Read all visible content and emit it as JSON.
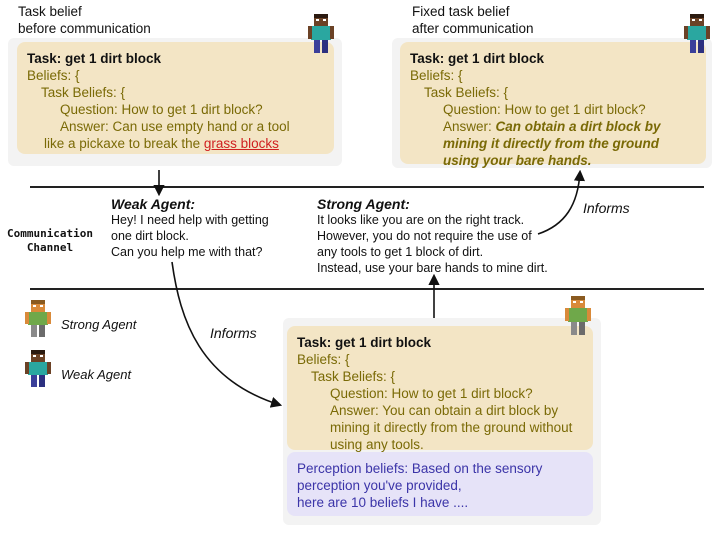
{
  "left_panel": {
    "caption_line1": "Task belief",
    "caption_line2": "before communication",
    "task": "Task: get 1 dirt block",
    "beliefs_open": "Beliefs: {",
    "task_beliefs_open": "Task Beliefs: {",
    "question": "Question: How to get 1 dirt block?",
    "answer_line1": "Answer: Can use empty hand or a tool",
    "answer_line2_prefix": "like a pickaxe to break the ",
    "answer_line2_highlight": "grass blocks"
  },
  "right_panel": {
    "caption_line1": "Fixed task belief",
    "caption_line2": "after communication",
    "task": "Task: get 1 dirt block",
    "beliefs_open": "Beliefs: {",
    "task_beliefs_open": "Task Beliefs: {",
    "question": "Question: How to get 1 dirt block?",
    "answer_prefix": "Answer: ",
    "answer_line1_emph": "Can obtain a dirt block by",
    "answer_line2_emph": "mining it directly from the ground",
    "answer_line3_emph": "using your bare hands."
  },
  "channel": {
    "label_line1": "Communication",
    "label_line2": "Channel",
    "weak_title": "Weak Agent:",
    "weak_msg": [
      "Hey! I need help with getting",
      "one dirt block.",
      "Can you help me with that?"
    ],
    "strong_title": "Strong Agent:",
    "strong_msg": [
      "It looks like you are on the right track.",
      "However, you do not require the use of",
      "any tools to get 1 block of dirt.",
      "Instead, use your bare hands to mine dirt."
    ],
    "informs_top": "Informs"
  },
  "legend": {
    "strong_label": "Strong Agent",
    "weak_label": "Weak Agent"
  },
  "bottom_panel": {
    "informs_label": "Informs",
    "task": "Task: get 1 dirt block",
    "beliefs_open": "Beliefs: {",
    "task_beliefs_open": "Task Beliefs: {",
    "question": "Question: How to get 1 dirt block?",
    "answer_line1": "Answer: You can obtain a dirt block by",
    "answer_line2": "mining it directly from the ground without",
    "answer_line3": "using any tools.",
    "perception_line1": "Perception beliefs: Based on the sensory",
    "perception_line2": "perception you've provided,",
    "perception_line3": "here are 10 beliefs I have ...."
  },
  "colors": {
    "belief_bg": "#f3e5c5",
    "belief_text": "#7a6a06",
    "perception_bg": "#e6e3f8",
    "perception_text": "#3b34a8",
    "highlight_red": "#d02020"
  },
  "icons": {
    "weak_agent": "minecraft-weak-agent-icon",
    "strong_agent": "minecraft-strong-agent-icon"
  }
}
